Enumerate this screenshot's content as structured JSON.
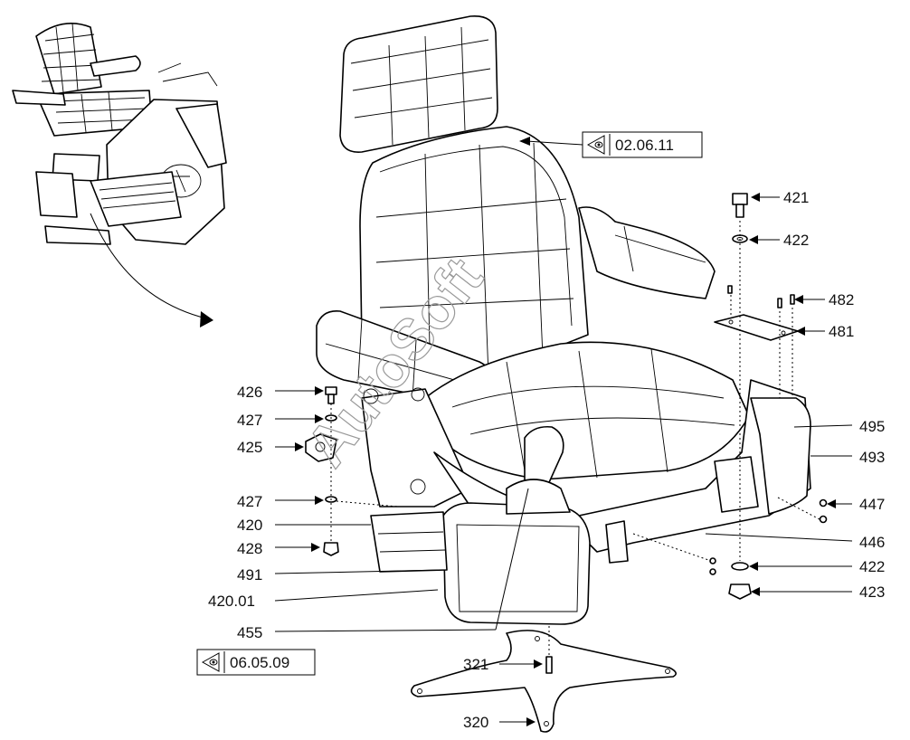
{
  "watermark": "AutoSoft",
  "references": [
    {
      "id": "ref-02-06-11",
      "text": "02.06.11"
    },
    {
      "id": "ref-06-05-09",
      "text": "06.05.09"
    }
  ],
  "callouts": {
    "p421": "421",
    "p422a": "422",
    "p482": "482",
    "p481": "481",
    "p495": "495",
    "p493": "493",
    "p447": "447",
    "p446": "446",
    "p422b": "422",
    "p423": "423",
    "p426": "426",
    "p427a": "427",
    "p425": "425",
    "p427b": "427",
    "p420": "420",
    "p428": "428",
    "p491": "491",
    "p42001": "420.01",
    "p455": "455",
    "p321": "321",
    "p320": "320"
  }
}
